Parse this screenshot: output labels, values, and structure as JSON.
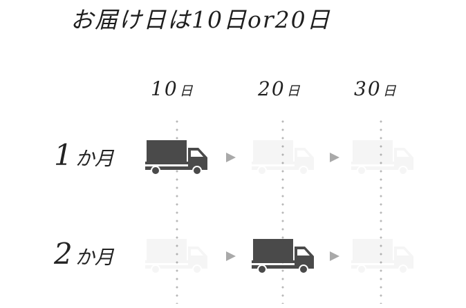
{
  "title": "お届け日は10日or20日",
  "columns": [
    {
      "num": "10",
      "unit": "日"
    },
    {
      "num": "20",
      "unit": "日"
    },
    {
      "num": "30",
      "unit": "日"
    }
  ],
  "rows": [
    {
      "num": "1",
      "unit": "か月"
    },
    {
      "num": "2",
      "unit": "か月"
    }
  ],
  "colors": {
    "truck": "#4a4a4a",
    "arrow": "#a9a9a9",
    "dots": "#b8b8b8"
  },
  "icons": {
    "delivery": "truck-icon",
    "next": "triangle-right-icon"
  }
}
